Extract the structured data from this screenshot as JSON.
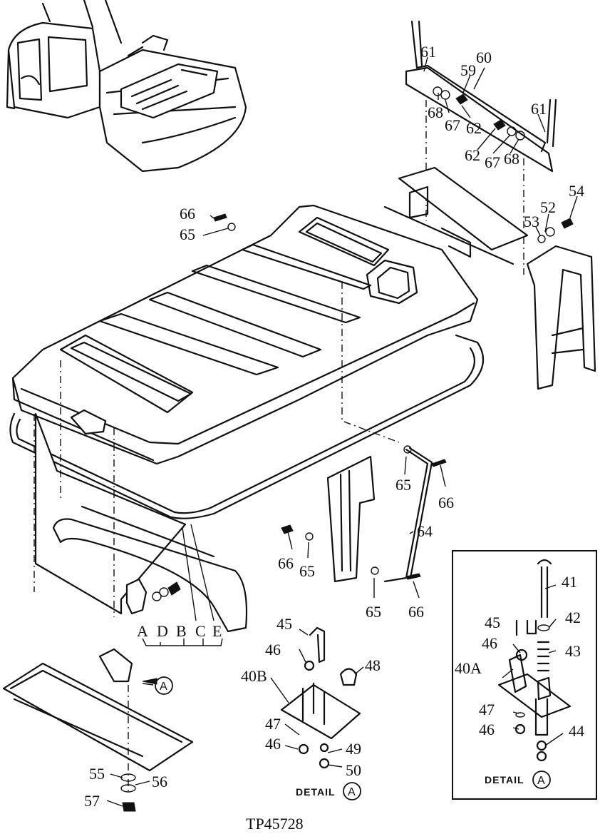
{
  "figure_id": "TP45728",
  "callouts": [
    "61",
    "60",
    "59",
    "68",
    "67",
    "62",
    "61",
    "62",
    "67",
    "68",
    "66",
    "65",
    "54",
    "52",
    "53",
    "65",
    "66",
    "64",
    "66",
    "65",
    "65",
    "66",
    "41",
    "42",
    "45",
    "46",
    "43",
    "40A",
    "47",
    "46",
    "44",
    "45",
    "46",
    "48",
    "40B",
    "47",
    "46",
    "49",
    "50",
    "55",
    "56",
    "57",
    "A",
    "D",
    "B",
    "C",
    "E"
  ],
  "detail_labels": [
    "DETAIL",
    "DETAIL"
  ],
  "detail_refs": [
    "A",
    "A",
    "A"
  ]
}
